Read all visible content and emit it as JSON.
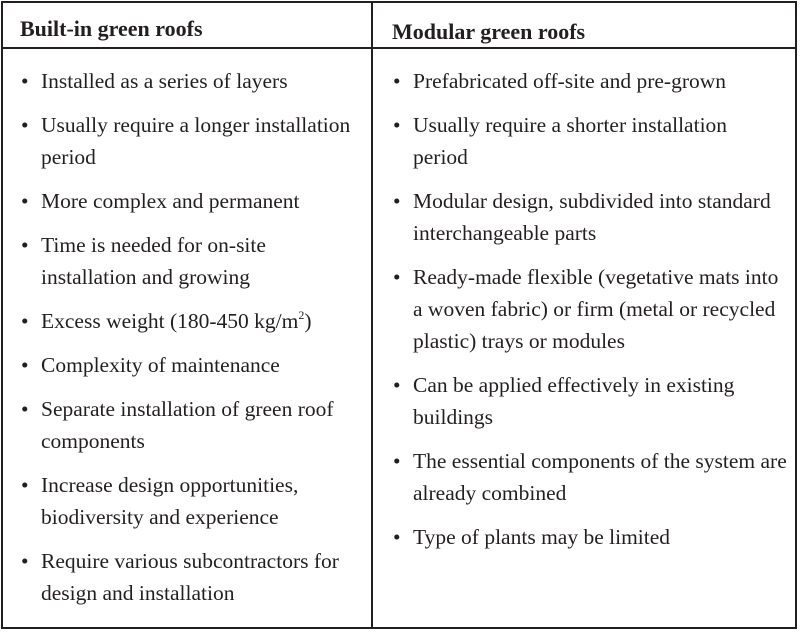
{
  "table": {
    "left": {
      "header": "Built-in green roofs",
      "items": [
        "Installed as a series of layers",
        "Usually require a longer installation period",
        "More complex and permanent",
        "Time is needed for on-site installation and growing",
        {
          "pre": "Excess weight (180-450 kg/m",
          "sup": "2",
          "post": ")"
        },
        "Complexity of maintenance",
        "Separate installation of green roof components",
        "Increase design opportunities, biodiversity and experience",
        "Require various subcontractors for design and installation"
      ]
    },
    "right": {
      "header": "Modular green roofs",
      "items": [
        "Prefabricated off-site and pre-grown",
        "Usually require a shorter installation period",
        "Modular design, subdivided into standard interchangeable parts",
        "Ready-made flexible (vegetative mats into a woven fabric) or firm (metal or recycled plastic) trays or modules",
        "Can be applied effectively in existing buildings",
        "The essential components of the system are already combined",
        "Type of plants may be limited"
      ]
    }
  }
}
